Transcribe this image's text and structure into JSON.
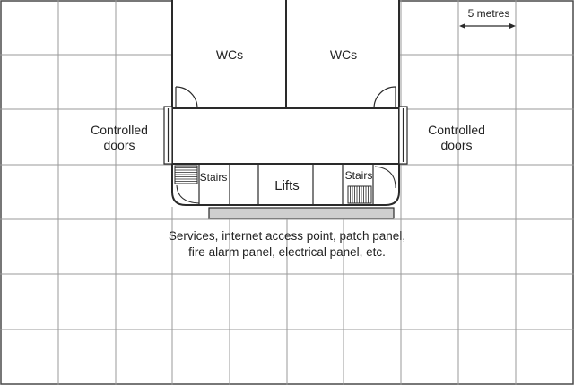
{
  "diagram": {
    "scale_label": "5 metres",
    "wc_labels": [
      "WCs",
      "WCs"
    ],
    "controlled_doors_left": [
      "Controlled",
      "doors"
    ],
    "controlled_doors_right": [
      "Controlled",
      "doors"
    ],
    "stairs_labels": [
      "Stairs",
      "Stairs"
    ],
    "lifts_label": "Lifts",
    "services_note": [
      "Services, internet access point, patch panel,",
      "fire alarm panel, electrical panel, etc."
    ]
  }
}
